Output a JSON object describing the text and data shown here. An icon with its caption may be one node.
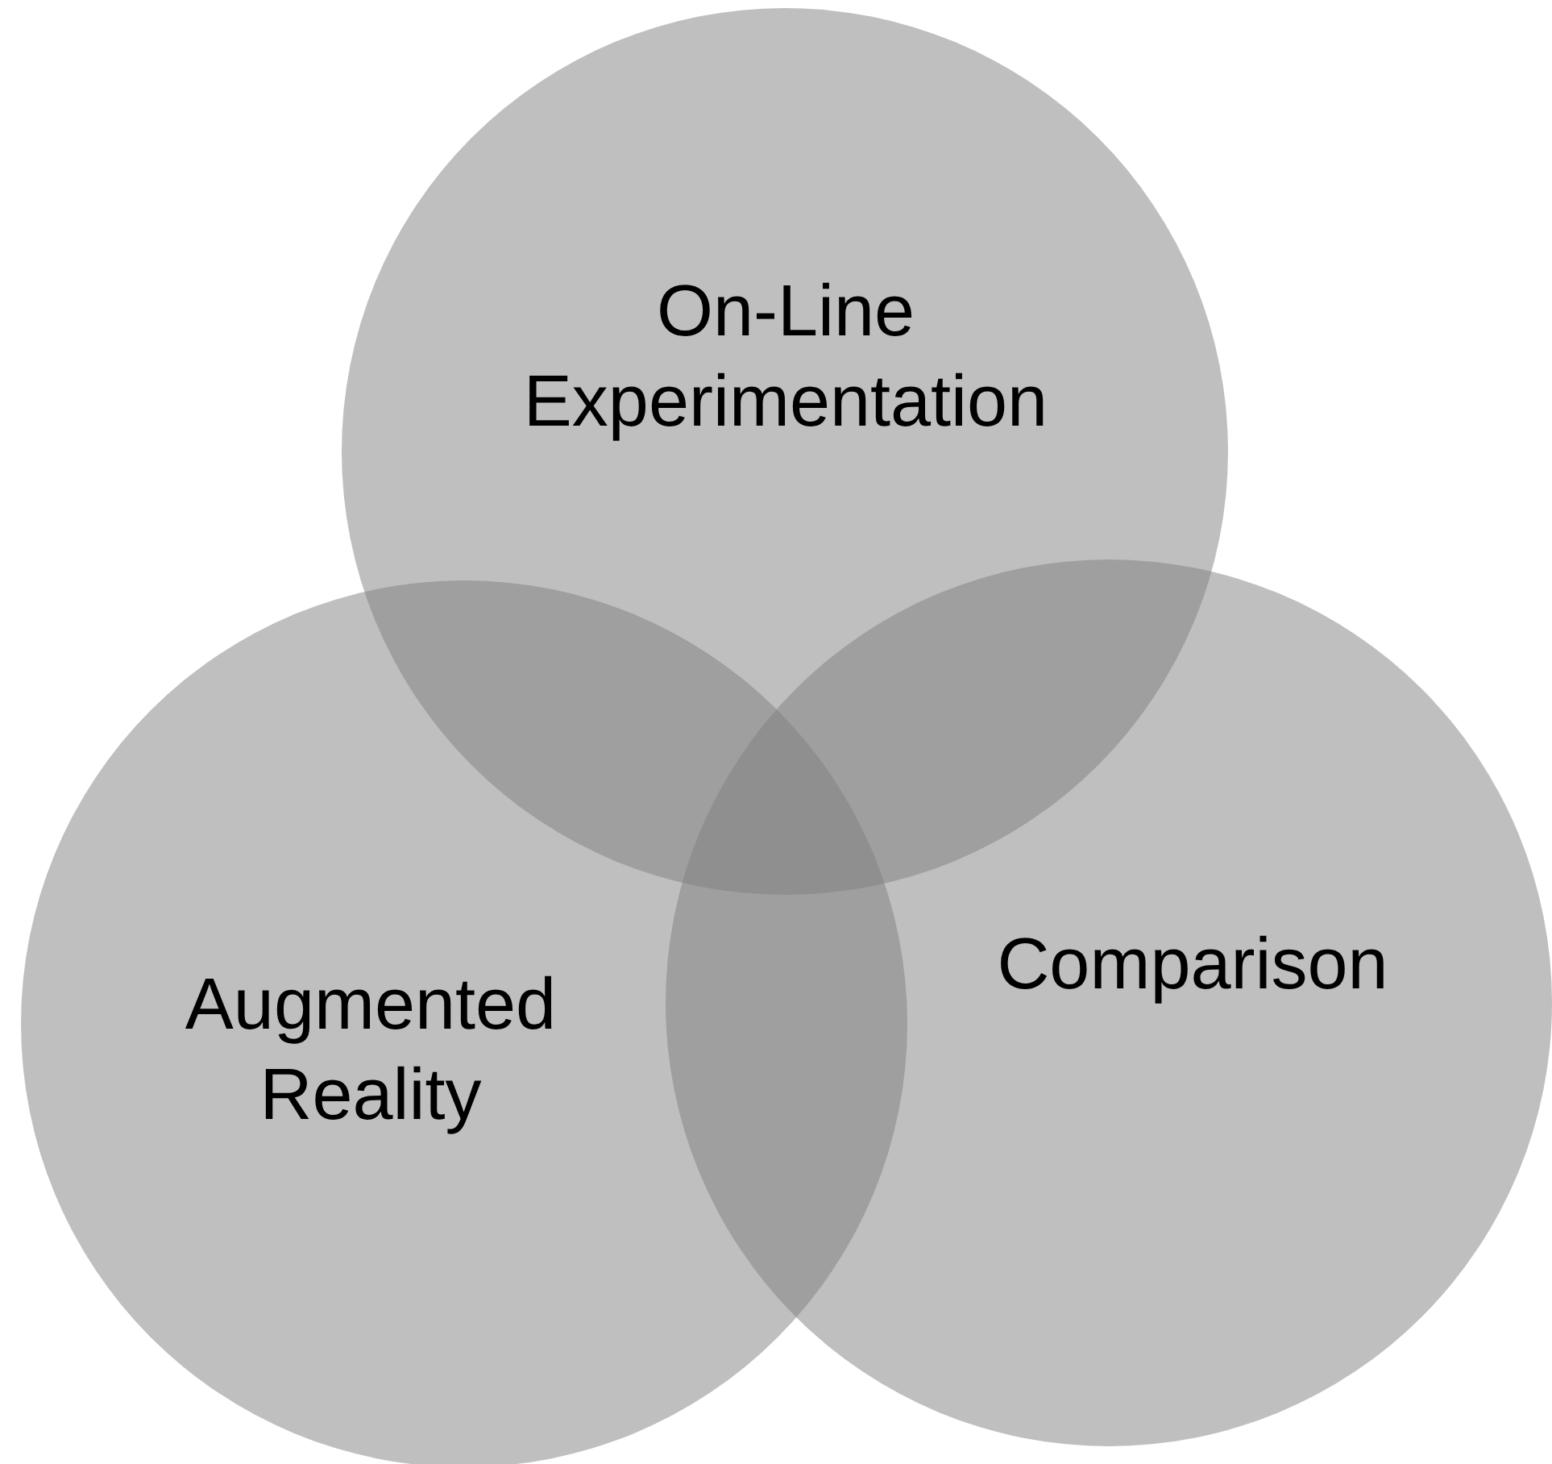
{
  "diagram": {
    "nodes": [
      {
        "text": [
          "On-Line Experimentation"
        ]
      },
      {
        "text": [
          "Augmented Reality"
        ]
      },
      {
        "text": [
          "Comparison"
        ]
      }
    ]
  }
}
